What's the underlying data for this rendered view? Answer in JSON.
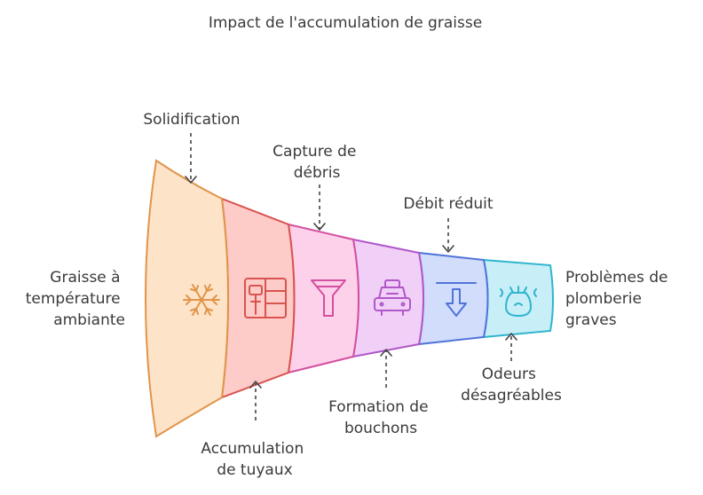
{
  "title": "Impact de l'accumulation de graisse",
  "start_label": [
    "Graisse à",
    "température",
    "ambiante"
  ],
  "end_label": [
    "Problèmes de",
    "plomberie",
    "graves"
  ],
  "stages": [
    {
      "label": [
        "Solidification"
      ],
      "icon": "snowflake-icon",
      "fill": "#fde3c8",
      "stroke": "#e0954a"
    },
    {
      "label": [
        "Accumulation",
        "de tuyaux"
      ],
      "icon": "pipes-icon",
      "fill": "#fdcbc8",
      "stroke": "#d9534f"
    },
    {
      "label": [
        "Capture de",
        "débris"
      ],
      "icon": "filter-icon",
      "fill": "#fdd1ea",
      "stroke": "#d44fa0"
    },
    {
      "label": [
        "Formation de",
        "bouchons"
      ],
      "icon": "machine-icon",
      "fill": "#f1d0f8",
      "stroke": "#b057c9"
    },
    {
      "label": [
        "Débit réduit"
      ],
      "icon": "arrow-down-bar-icon",
      "fill": "#d2dcfb",
      "stroke": "#4f73d9"
    },
    {
      "label": [
        "Odeurs",
        "désagréables"
      ],
      "icon": "odor-bag-icon",
      "fill": "#c8eff7",
      "stroke": "#2fb5cf"
    }
  ]
}
